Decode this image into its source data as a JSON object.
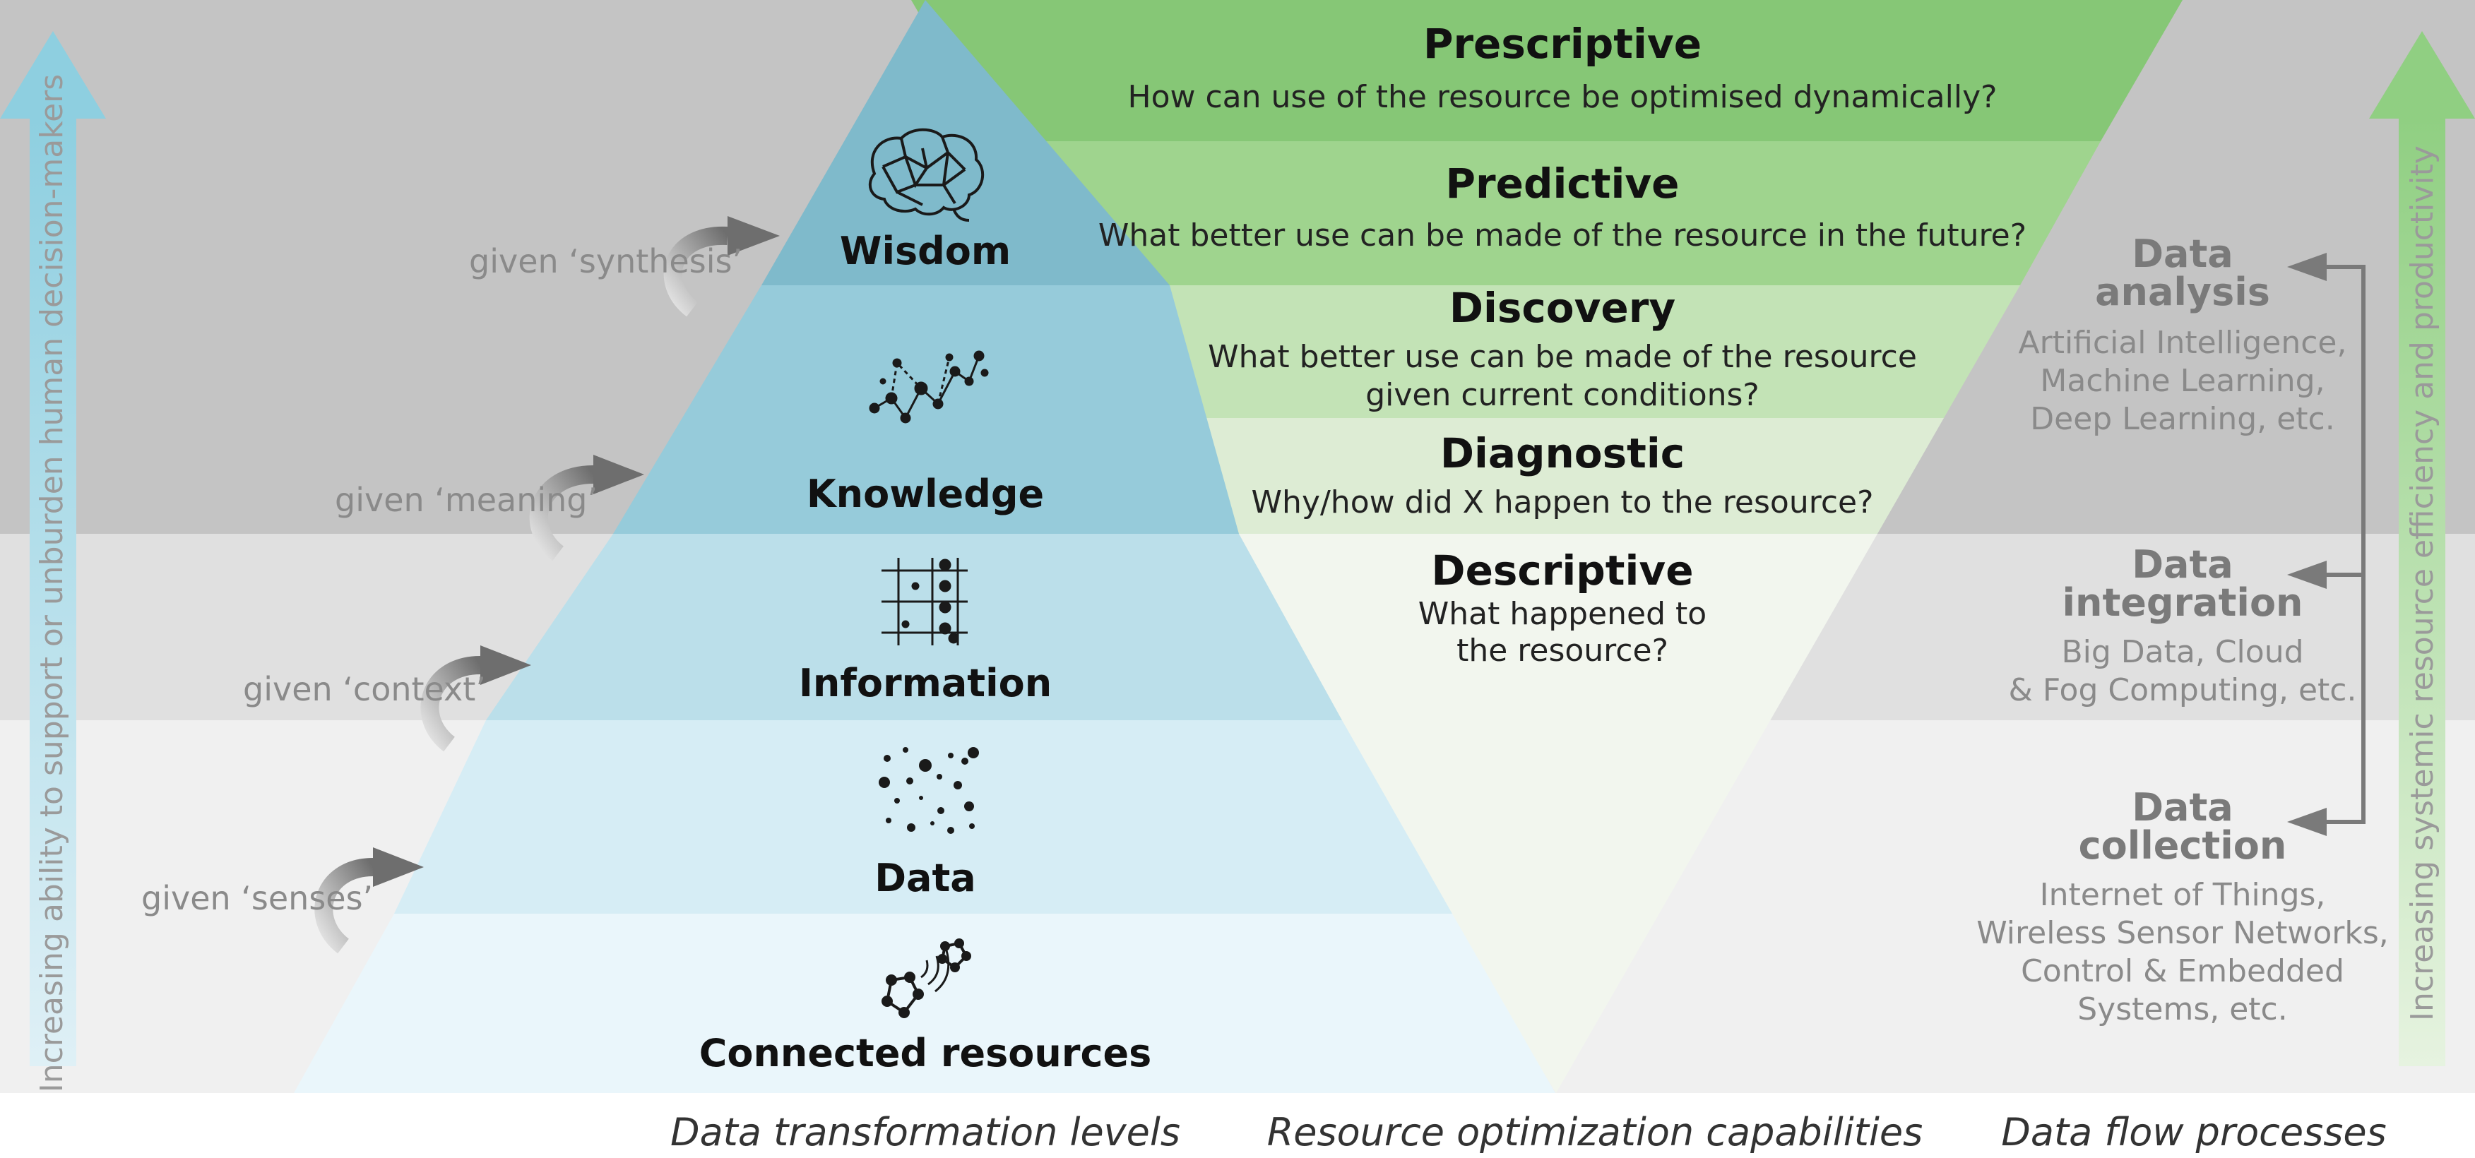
{
  "levels": [
    {
      "label": "Wisdom",
      "icon": "brain-icon"
    },
    {
      "label": "Knowledge",
      "icon": "connected-dots-icon"
    },
    {
      "label": "Information",
      "icon": "dot-grid-icon"
    },
    {
      "label": "Data",
      "icon": "scattered-dots-icon"
    },
    {
      "label": "Connected resources",
      "icon": "wireless-nodes-icon"
    }
  ],
  "givens": [
    "given ‘synthesis’",
    "given ‘meaning’",
    "given ‘context’",
    "given ‘senses’"
  ],
  "capabilities": [
    {
      "title": "Prescriptive",
      "question": [
        "How can use of the resource be optimised dynamically?"
      ]
    },
    {
      "title": "Predictive",
      "question": [
        "What better use can be made of the resource in the future?"
      ]
    },
    {
      "title": "Discovery",
      "question": [
        "What better use can be made of the resource",
        "given current conditions?"
      ]
    },
    {
      "title": "Diagnostic",
      "question": [
        "Why/how did X happen to the resource?"
      ]
    },
    {
      "title": "Descriptive",
      "question": [
        "What happened to",
        "the resource?"
      ]
    }
  ],
  "processes": [
    {
      "title": [
        "Data",
        "analysis"
      ],
      "items": [
        "Artificial Intelligence,",
        "Machine Learning,",
        "Deep Learning, etc."
      ]
    },
    {
      "title": [
        "Data",
        "integration"
      ],
      "items": [
        "Big Data, Cloud",
        "& Fog Computing, etc."
      ]
    },
    {
      "title": [
        "Data",
        "collection"
      ],
      "items": [
        "Internet of Things,",
        "Wireless Sensor Networks,",
        "Control & Embedded",
        "Systems, etc."
      ]
    }
  ],
  "left_axis": "Increasing ability to support or unburden human decision-makers",
  "right_axis": "Increasing systemic resource efficiency and productivity",
  "footer": {
    "levels": "Data transformation levels",
    "capabilities": "Resource optimization capabilities",
    "processes": "Data flow processes"
  },
  "colors": {
    "band_dark": "#c4c4c4",
    "band_mid": "#e0e0e0",
    "band_light": "#f0f0f0",
    "pyramid_top": "#7fbacb",
    "pyramid_bottom": "#eaf6fb",
    "funnel_top": "#86c776",
    "funnel_bottom": "#f2f6ee",
    "left_arrow": "#8ecfe0",
    "right_arrow": "#90cf82"
  }
}
